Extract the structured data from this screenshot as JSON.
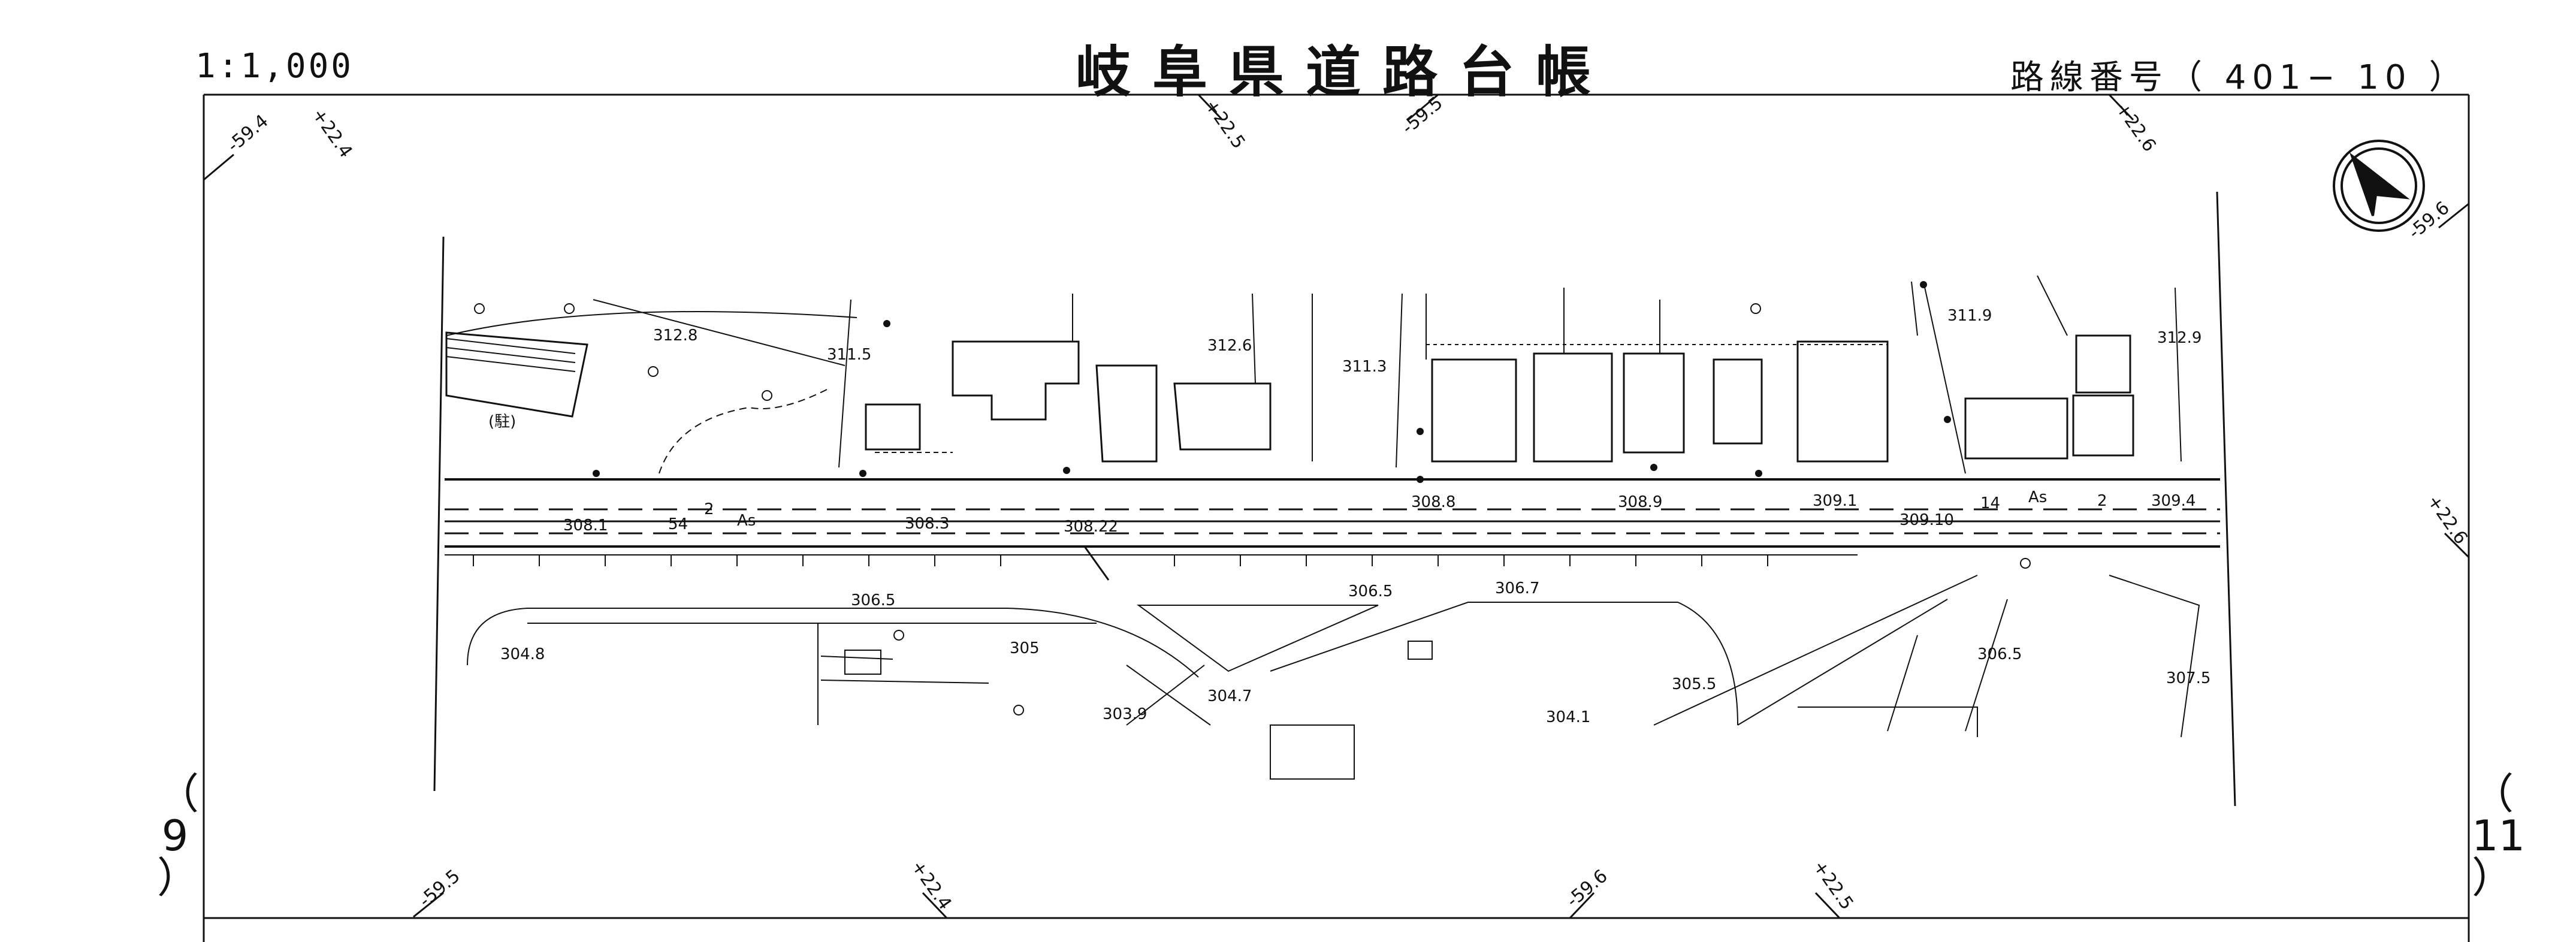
{
  "header": {
    "scale": "1:1,000",
    "title": "岐阜県道路台帳",
    "route_label": "路線番号（ 401− 10 ）"
  },
  "sheet_edges": {
    "left": "（ 9 ）",
    "right": "（ 11 ）"
  },
  "map_labels": {
    "parking": "(駐)",
    "surface_as": "As",
    "elevations": [
      "312.8",
      "311.5",
      "312.6",
      "311.3",
      "311.9",
      "312.9",
      "308.1",
      "308.3",
      "308.22",
      "308.8",
      "308.9",
      "309.1",
      "309.10",
      "309.4",
      "306.5",
      "306.5",
      "306.7",
      "305",
      "304.8",
      "304.7",
      "303.9",
      "304.1",
      "305.5",
      "306.5",
      "307.5"
    ],
    "grid_marks": [
      "-59.4",
      "+22.4",
      "+22.5",
      "-59.5",
      "+22.6",
      "-59.6",
      "+22.6",
      "-59.5",
      "+22.4",
      "-59.6",
      "+22.5"
    ],
    "lane_numbers": [
      "2",
      "54",
      "2",
      "14"
    ]
  },
  "colors": {
    "ink": "#111111",
    "paper": "#ffffff"
  },
  "icons": {
    "north_arrow": "north-arrow-icon"
  }
}
